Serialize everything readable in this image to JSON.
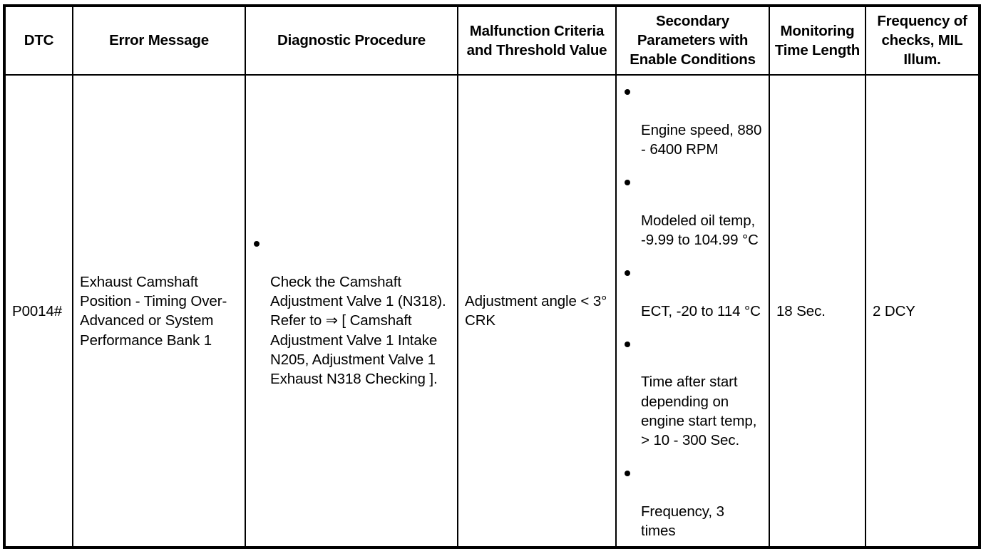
{
  "table": {
    "headers": [
      {
        "key": "dtc",
        "label": "DTC"
      },
      {
        "key": "error",
        "label": "Error Message"
      },
      {
        "key": "procedure",
        "label": "Diagnostic Procedure"
      },
      {
        "key": "criteria",
        "label": "Malfunction\nCriteria and\nThreshold Value"
      },
      {
        "key": "secondary",
        "label": "Secondary\nParameters with\nEnable Conditions"
      },
      {
        "key": "monitoring",
        "label": "Monitoring\nTime\nLength"
      },
      {
        "key": "frequency",
        "label": "Frequency\nof checks,\nMIL Illum."
      }
    ],
    "rows": [
      {
        "dtc": "P0014#",
        "error_message": "Exhaust Camshaft Position - Timing Over-Advanced or System Performance Bank 1",
        "diagnostic_procedure_bullets": [
          "Check the Camshaft Adjustment Valve 1 (N318). Refer to ⇒ [ Camshaft Adjustment Valve 1 Intake N205, Adjustment Valve 1 Exhaust N318 Checking ]."
        ],
        "malfunction_criteria": "Adjustment angle < 3° CRK",
        "secondary_parameters_bullets": [
          "Engine speed, 880 - 6400 RPM",
          "Modeled oil temp, -9.99 to 104.99 °C",
          "ECT, -20 to 114 °C",
          "Time after start depending on engine start temp, > 10 - 300 Sec.",
          "Frequency, 3 times"
        ],
        "monitoring_time_length": "18 Sec.",
        "frequency_of_checks": "2 DCY"
      }
    ]
  },
  "colors": {
    "border": "#000000",
    "text": "#000000",
    "background": "#ffffff"
  }
}
